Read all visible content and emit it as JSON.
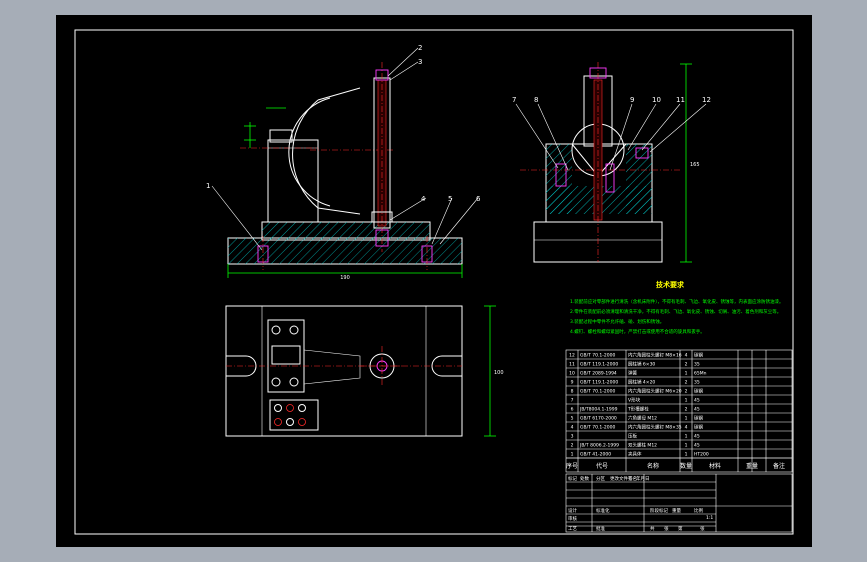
{
  "balloons": [
    "1",
    "2",
    "3",
    "4",
    "5",
    "6",
    "7",
    "8",
    "9",
    "10",
    "11",
    "12"
  ],
  "dimensions": {
    "front_width": "190",
    "plan_height": "100",
    "side_height": "165"
  },
  "notes": {
    "title": "技术要求",
    "lines": [
      "1.装配前应对零部件进行清洗（含机床附件），不得有毛刺、飞边、氧化皮、锈蚀等，内表面应涂防锈油漆。",
      "2.零件在装配前必须清理和清洗干净，不得有毛刺、飞边、氧化皮、锈蚀、切屑、油污、着色剂和灰尘等。",
      "3.装配过程中零件不允许磕、碰、划伤和锈蚀。",
      "4.螺钉、螺栓和螺母紧固时，严禁打击或使用不合适的旋具和扳手。"
    ]
  },
  "bom": {
    "rows": [
      {
        "no": "12",
        "code": "GB/T 70.1-2000",
        "name": "内六角圆柱头螺钉 M8×16",
        "qty": "4",
        "mat": "碳钢"
      },
      {
        "no": "11",
        "code": "GB/T 119.1-2000",
        "name": "圆柱销 6×30",
        "qty": "2",
        "mat": "35"
      },
      {
        "no": "10",
        "code": "GB/T 2089-1994",
        "name": "弹簧",
        "qty": "1",
        "mat": "65Mn"
      },
      {
        "no": "9",
        "code": "GB/T 119.1-2000",
        "name": "圆柱销 4×20",
        "qty": "2",
        "mat": "35"
      },
      {
        "no": "8",
        "code": "GB/T 70.1-2000",
        "name": "内六角圆柱头螺钉 M6×20",
        "qty": "2",
        "mat": "碳钢"
      },
      {
        "no": "7",
        "code": "",
        "name": "V形块",
        "qty": "1",
        "mat": "45"
      },
      {
        "no": "6",
        "code": "JB/T8004.1-1999",
        "name": "T形槽螺栓",
        "qty": "2",
        "mat": "45"
      },
      {
        "no": "5",
        "code": "GB/T 6170-2000",
        "name": "六角螺母 M12",
        "qty": "1",
        "mat": "碳钢"
      },
      {
        "no": "4",
        "code": "GB/T 70.1-2000",
        "name": "内六角圆柱头螺钉 M8×35",
        "qty": "4",
        "mat": "碳钢"
      },
      {
        "no": "3",
        "code": "",
        "name": "压板",
        "qty": "1",
        "mat": "45"
      },
      {
        "no": "2",
        "code": "JB/T 8006.2-1999",
        "name": "双头螺柱 M12",
        "qty": "1",
        "mat": "45"
      },
      {
        "no": "1",
        "code": "GB/T 41-2000",
        "name": "夹具体",
        "qty": "1",
        "mat": "HT200"
      }
    ],
    "header": {
      "no": "序号",
      "code": "代号",
      "name": "名称",
      "qty": "数量",
      "mat": "材料",
      "weight": "重量",
      "note": "备注"
    }
  },
  "title_block": {
    "cells": [
      "标记",
      "处数",
      "分区",
      "更改文件号",
      "签名",
      "年月日",
      "设计",
      "标准化",
      "审核",
      "工艺",
      "批准",
      "阶段标记",
      "重量",
      "比例",
      "共",
      "张",
      "第",
      "张"
    ],
    "scale": "1:1"
  },
  "colors": {
    "background": "#000000",
    "outer": "#a6adb7",
    "outline": "#ffffff",
    "center": "#ff2a2a",
    "hatch": "#00e5e5",
    "dimension": "#00ff00",
    "hardware": "#ff3cff"
  }
}
